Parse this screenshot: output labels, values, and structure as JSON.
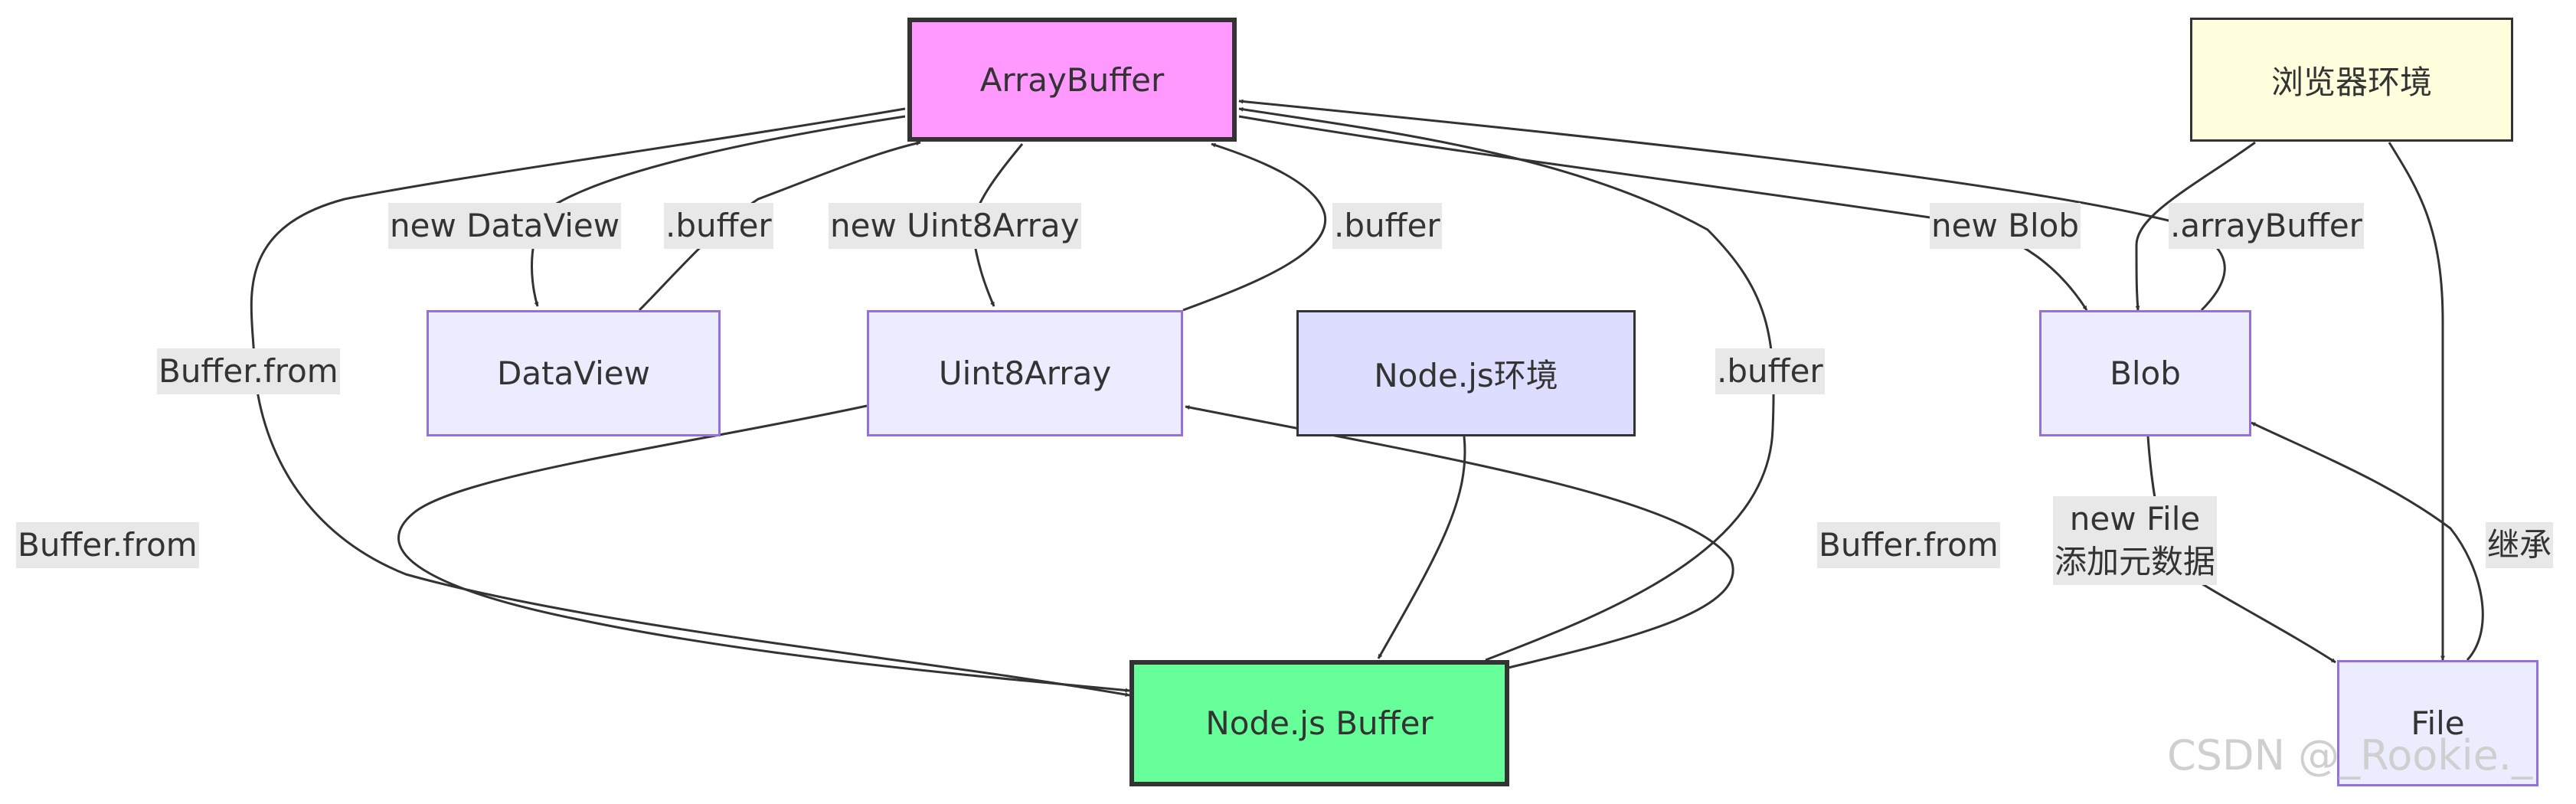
{
  "nodes": {
    "arraybuffer": "ArrayBuffer",
    "browser_env": "浏览器环境",
    "dataview": "DataView",
    "uint8array": "Uint8Array",
    "nodejs_env": "Node.js环境",
    "blob": "Blob",
    "nodejs_buffer": "Node.js Buffer",
    "file": "File"
  },
  "edges": {
    "new_dataview": "new DataView",
    "dataview_buffer": ".buffer",
    "new_uint8array": "new Uint8Array",
    "uint8array_buffer": ".buffer",
    "buffer_from_arraybuffer": "Buffer.from",
    "buffer_from_dataview": "Buffer.from",
    "nodebuffer_buffer": ".buffer",
    "buffer_from_uint8array": "Buffer.from",
    "new_blob": "new Blob",
    "blob_arraybuffer": ".arrayBuffer",
    "new_file_line1": "new File",
    "new_file_line2": "添加元数据",
    "inherit": "继承"
  },
  "watermark": "CSDN @_Rookie._"
}
